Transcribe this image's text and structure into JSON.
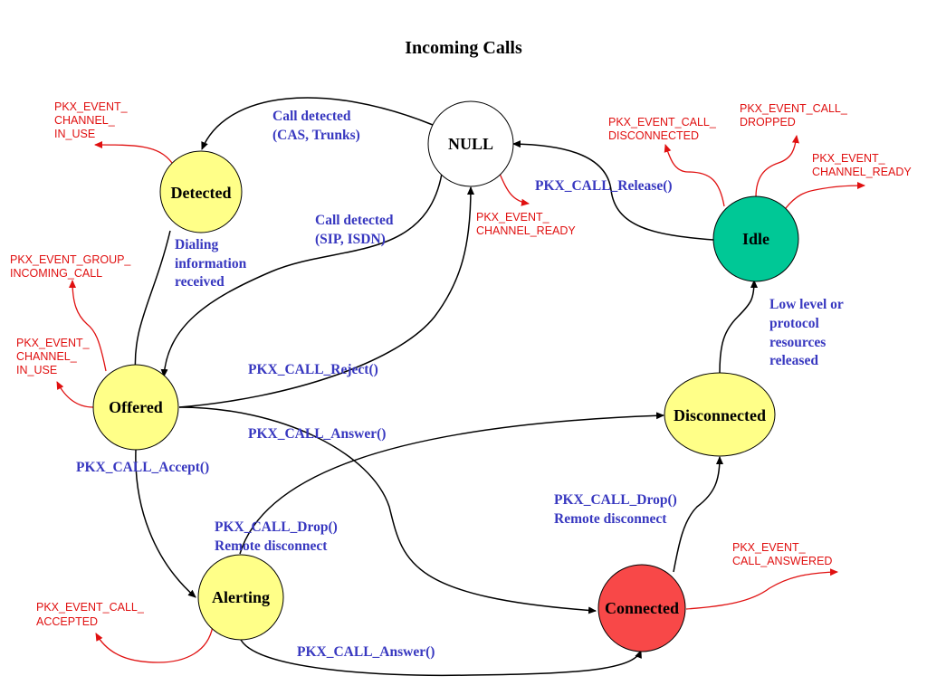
{
  "title": "Incoming Calls",
  "colors": {
    "state_default": "#ffff88",
    "state_idle": "#00c896",
    "state_connected": "#f84848",
    "state_null": "#ffffff",
    "transition_label": "#3838c0",
    "event_label": "#e01010"
  },
  "states": {
    "null": "NULL",
    "detected": "Detected",
    "offered": "Offered",
    "alerting": "Alerting",
    "connected": "Connected",
    "disconnected": "Disconnected",
    "idle": "Idle"
  },
  "transitions": {
    "call_detected_cas": [
      "Call detected",
      "(CAS, Trunks)"
    ],
    "call_detected_sip": [
      "Call detected",
      "(SIP, ISDN)"
    ],
    "dialing_info": [
      "Dialing",
      "information",
      "received"
    ],
    "call_release": [
      "PKX_CALL_Release()"
    ],
    "call_reject": [
      "PKX_CALL_Reject()"
    ],
    "call_answer_offered": [
      "PKX_CALL_Answer()"
    ],
    "call_accept": [
      "PKX_CALL_Accept()"
    ],
    "drop_alerting": [
      "PKX_CALL_Drop()",
      "Remote disconnect"
    ],
    "drop_connected": [
      "PKX_CALL_Drop()",
      "Remote disconnect"
    ],
    "call_answer_alerting": [
      "PKX_CALL_Answer()"
    ],
    "low_level_released": [
      "Low level or",
      "protocol",
      "resources",
      "released"
    ]
  },
  "events": {
    "detected_channel_in_use": [
      "PKX_EVENT_",
      "CHANNEL_",
      "IN_USE"
    ],
    "offered_group_incoming": [
      "PKX_EVENT_GROUP_",
      "INCOMING_CALL"
    ],
    "offered_channel_in_use": [
      "PKX_EVENT_",
      "CHANNEL_",
      "IN_USE"
    ],
    "null_channel_ready": [
      "PKX_EVENT_",
      "CHANNEL_READY"
    ],
    "idle_call_disconnected": [
      "PKX_EVENT_CALL_",
      "DISCONNECTED"
    ],
    "idle_call_dropped": [
      "PKX_EVENT_CALL_",
      "DROPPED"
    ],
    "idle_channel_ready": [
      "PKX_EVENT_",
      "CHANNEL_READY"
    ],
    "connected_call_answered": [
      "PKX_EVENT_",
      "CALL_ANSWERED"
    ],
    "alerting_call_accepted": [
      "PKX_EVENT_CALL_",
      "ACCEPTED"
    ]
  }
}
